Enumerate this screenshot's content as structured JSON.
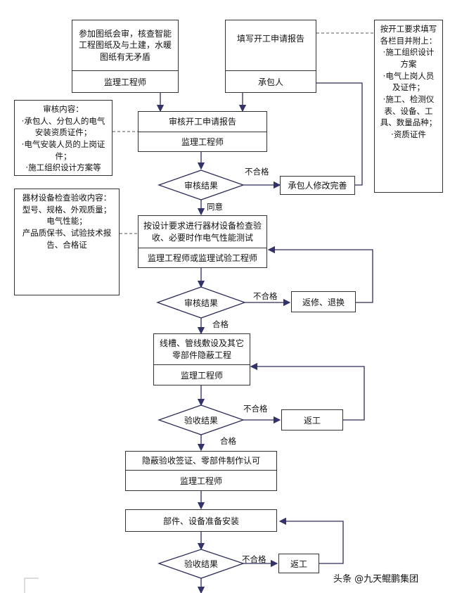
{
  "boxes": {
    "drawing_review": {
      "text": "参加图纸会审，核查智能工程图纸及与土建，水暖图纸有无矛盾",
      "role": "监理工程师"
    },
    "fill_report": {
      "text": "填写开工申请报告",
      "role": "承包人"
    },
    "review_report": {
      "text": "审核开工申请报告",
      "role": "监理工程师"
    },
    "equipment_check": {
      "text": "按设计要求进行器材设备检查验收、必要时作电气性能测试",
      "role": "监理工程师或监理试验工程师"
    },
    "concealed_work": {
      "text": "线槽、管线敷设及其它零部件隐蔽工程",
      "role": "监理工程师"
    },
    "concealed_sign": {
      "text": "隐蔽验收签证、零部件制作认可",
      "role": "监理工程师"
    },
    "install": {
      "text": "部件、设备准备安装"
    },
    "contractor_fix": {
      "text": "承包人修改完善"
    },
    "repair_return": {
      "text": "返修、退换"
    },
    "rework1": {
      "text": "返工"
    },
    "rework2": {
      "text": "返工"
    }
  },
  "notes": {
    "attachments": "按开工要求填写各栏目并附上：\n·施工组织设计方案\n·电气上岗人员及证件；\n·施工、检测仪表、设备、工具、数量品种；\n·资质证件",
    "review_content": "审核内容：\n·承包人、分包人的电气安装资质证件；\n·电气安装人员的上岗证件；\n·施工组织设计方案等",
    "equipment_content": "器材设备检查验收内容：\n型号、规格、外观质量；\n电气性能；\n产品质保书、试验技术报告、合格证"
  },
  "decisions": {
    "d1": "审核结果",
    "d2": "审核结果",
    "d3": "验收结果",
    "d4": "验收结果"
  },
  "edge_labels": {
    "fail1": "不合格",
    "agree": "同意",
    "fail2": "不合格",
    "pass1": "合格",
    "fail3": "不合格",
    "pass2": "合格",
    "fail4": "不合格"
  },
  "watermark": "头条 @九天鲲鹏集团"
}
